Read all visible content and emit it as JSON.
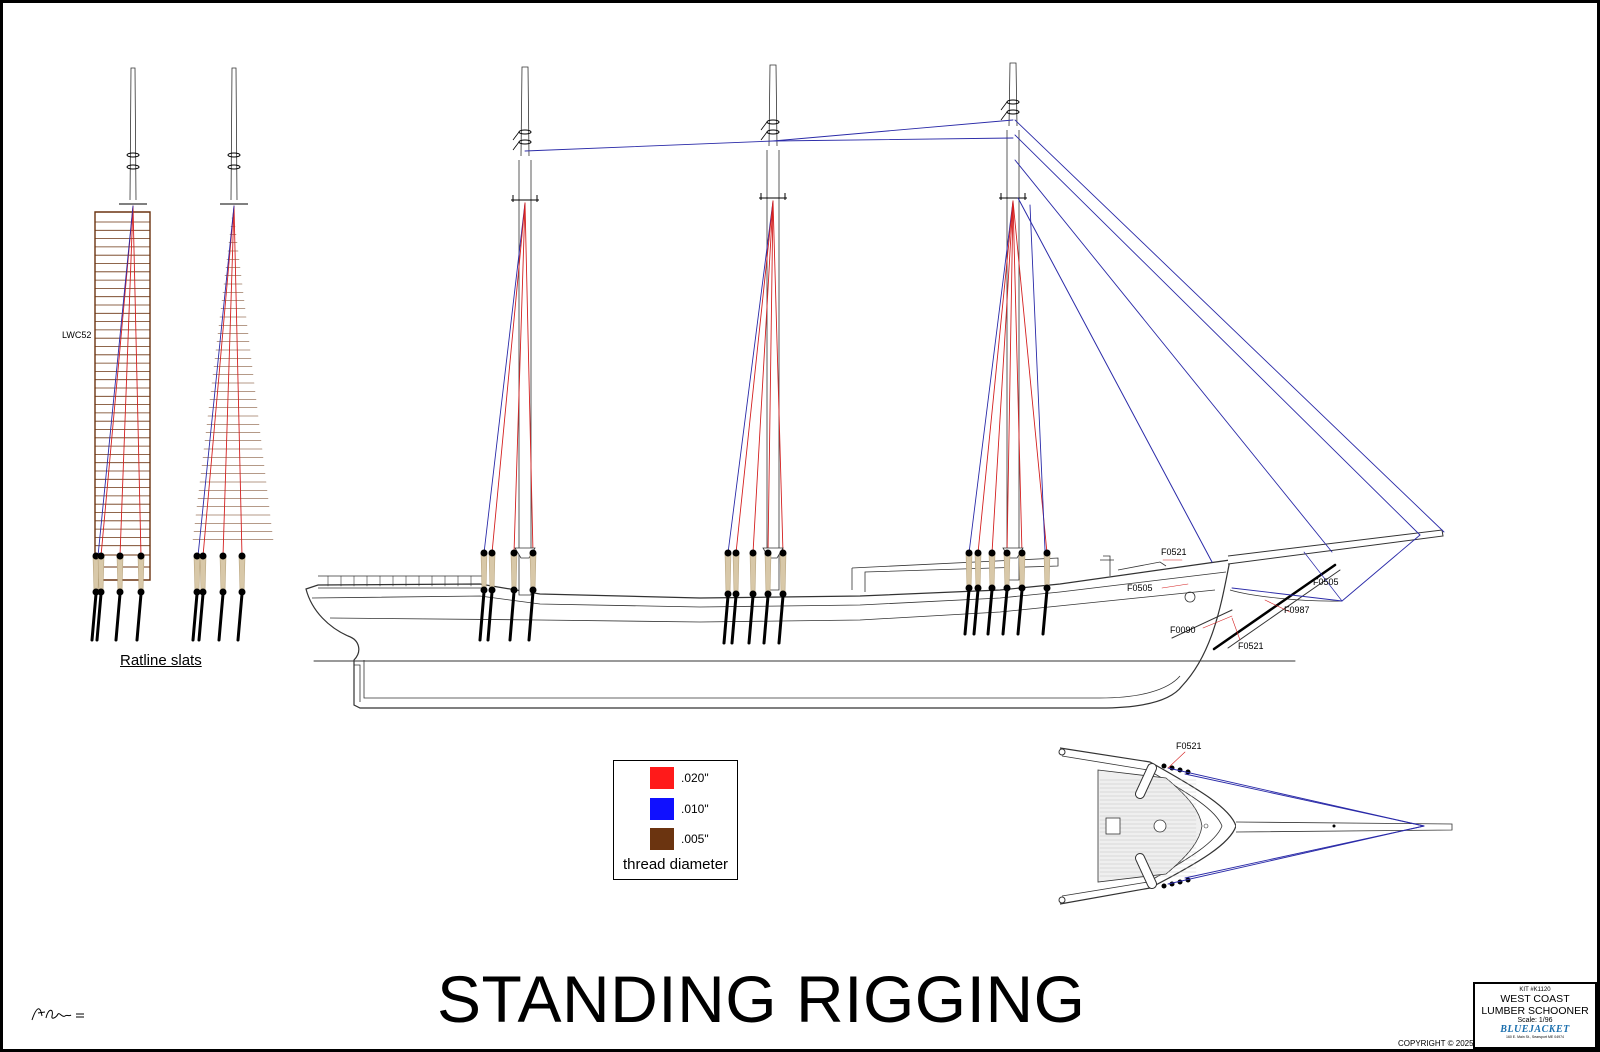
{
  "title": "STANDING RIGGING",
  "ratline_caption": "Ratline slats",
  "part_labels": {
    "lwc52": "LWC52",
    "f0521_side": "F0521",
    "f0505_bow": "F0505",
    "f0505_bowsprit": "F0505",
    "f0987": "F0987",
    "f0090": "F0090",
    "f0521_chain": "F0521",
    "f0521_top": "F0521"
  },
  "legend": {
    "caption": "thread diameter",
    "items": [
      {
        "label": ".020\"",
        "color": "#ff1a1a"
      },
      {
        "label": ".010\"",
        "color": "#1010ff"
      },
      {
        "label": ".005\"",
        "color": "#6b3410"
      }
    ]
  },
  "title_block": {
    "kit": "KIT #K1120",
    "name_line1": "WEST COAST",
    "name_line2": "LUMBER SCHOONER",
    "scale": "Scale:  1/96",
    "logo": "BLUEJACKET",
    "address": "160 E. Main St., Searsport ME 04974"
  },
  "copyright": "COPYRIGHT © 2025",
  "colors": {
    "shroud": "#d42020",
    "stay": "#2a2aa8",
    "ratline": "#6b3410",
    "lanyard": "#d8c8a8",
    "outline": "#333333"
  }
}
